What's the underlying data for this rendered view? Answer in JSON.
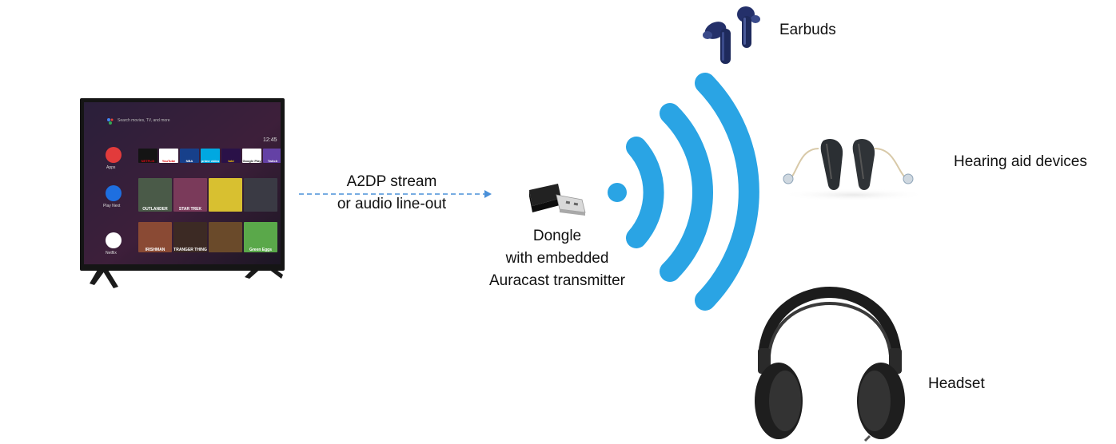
{
  "tv": {
    "search_text": "Search movies, TV, and more",
    "clock": "12:45",
    "side_items": [
      "Apps",
      "Play Next",
      "Netflix"
    ],
    "app_tiles": [
      {
        "label": "NETFLIX",
        "color": "#141414",
        "text": "#e50914"
      },
      {
        "label": "YouTube",
        "color": "#ffffff",
        "text": "#e00000"
      },
      {
        "label": "NBA",
        "color": "#17408b",
        "text": "#ffffff"
      },
      {
        "label": "prime video",
        "color": "#00a8e1",
        "text": "#ffffff"
      },
      {
        "label": "tubi",
        "color": "#2a1148",
        "text": "#ffd200"
      },
      {
        "label": "Google Play",
        "color": "#ffffff",
        "text": "#222222"
      },
      {
        "label": "Twitch",
        "color": "#6441a5",
        "text": "#ffffff"
      }
    ],
    "row2_tiles": [
      {
        "label": "OUTLANDER",
        "color": "#4a5a48"
      },
      {
        "label": "STAR TREK",
        "color": "#7a3a5a"
      },
      {
        "label": "",
        "color": "#d8c030"
      },
      {
        "label": "",
        "color": "#3a3a44"
      }
    ],
    "row3_tiles": [
      {
        "label": "IRISHMAN",
        "color": "#8a4a34"
      },
      {
        "label": "STRANGER THINGS",
        "color": "#3c2a24"
      },
      {
        "label": "",
        "color": "#6a4a2a"
      },
      {
        "label": "Green Eggs",
        "color": "#5aa84a"
      }
    ]
  },
  "arrow_label_line1": "A2DP stream",
  "arrow_label_line2": "or audio line-out",
  "dongle_label": [
    "Dongle",
    "with embedded",
    "Auracast transmitter"
  ],
  "devices": {
    "earbuds": "Earbuds",
    "hearing_aids": "Hearing aid devices",
    "headset": "Headset"
  },
  "colors": {
    "broadcast_blue": "#2aa4e4",
    "arrow_blue": "#4a90d9",
    "earbud_navy": "#1e2a5c"
  }
}
